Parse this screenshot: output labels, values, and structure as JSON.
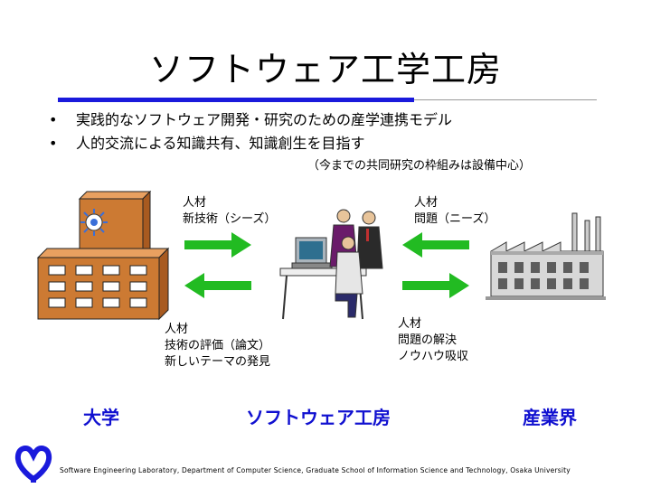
{
  "title": "ソフトウェア工学工房",
  "bullets": [
    "実践的なソフトウェア開発・研究のための産学連携モデル",
    "人的交流による知識共有、知識創生を目指す"
  ],
  "note": "（今までの共同研究の枠組みは設備中心）",
  "labels": {
    "univ_to_lab": [
      "人材",
      "新技術（シーズ）"
    ],
    "industry_to_lab": [
      "人材",
      "問題（ニーズ）"
    ],
    "lab_to_univ": [
      "人材",
      "技術の評価（論文）",
      "新しいテーマの発見"
    ],
    "lab_to_industry": [
      "人材",
      "問題の解決",
      "ノウハウ吸収"
    ]
  },
  "entities": {
    "university": "大学",
    "lab": "ソフトウェア工房",
    "industry": "産業界"
  },
  "footer": "Software Engineering Laboratory, Department of Computer Science, Graduate School of Information Science and Technology, Osaka University",
  "colors": {
    "accent_blue": "#1a1adc",
    "arrow_green": "#22bb22",
    "building": "#cc7a33"
  },
  "icons": [
    "university-building-icon",
    "office-workers-icon",
    "factory-icon",
    "osaka-university-logo-icon"
  ]
}
